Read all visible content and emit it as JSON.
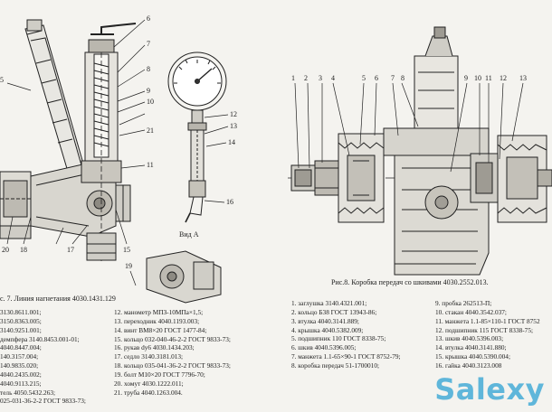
{
  "fig7": {
    "caption": "с. 7. Линия нагнетания 4030.1431.129",
    "gauge_label": "Вид А",
    "callouts": [
      "5",
      "6",
      "7",
      "8",
      "9",
      "10",
      "21",
      "11",
      "12",
      "13",
      "14",
      "16",
      "15",
      "17",
      "18",
      "19",
      "20"
    ],
    "parts_left": [
      "3130.8611.001;",
      "3150.8363.005;",
      "3140.9251.001;",
      "демпфера 3140.8453.001-01;",
      "4040.8447.004;",
      "140.3157.004;",
      "140.9835.020;",
      "4040.2435.002;",
      "4040.9113.215;",
      "тель 4050.5432.263;",
      "025-031-36-2-2 ГОСТ 9833-73;"
    ],
    "parts_right": [
      "12. манометр МПЗ-10МПа×1,5;",
      "13. переходник 4040.1193.003;",
      "14. винт ВМ8×20 ГОСТ 1477-84;",
      "15. кольцо 032-040-46-2-2 ГОСТ 9833-73;",
      "16. рукав dy6 4030.1434.203;",
      "17. седло 3140.3181.013;",
      "18. кольцо 035-041-36-2-2 ГОСТ 9833-73;",
      "19. болт М10×20 ГОСТ 7796-70;",
      "20. хомут 4030.1222.011;",
      "21. труба 4040.1263.004."
    ]
  },
  "fig8": {
    "caption": "Рис.8. Коробка передач со шкивами 4030.2552.013.",
    "callouts": [
      "1",
      "2",
      "3",
      "4",
      "5",
      "6",
      "7",
      "8",
      "9",
      "10",
      "11",
      "12",
      "13"
    ],
    "parts_left": [
      "1. заглушка 3140.4321.001;",
      "2. кольцо Б38 ГОСТ 13943-86;",
      "3. втулка 4040.3141.889;",
      "4. крышка 4040.5382.009;",
      "5. подшипник 110 ГОСТ 8338-75;",
      "6. шкив 4040.5396.005;",
      "7. манжета 1.1-65×90-1 ГОСТ 8752-79;",
      "8. коробка передач 51-1700010;"
    ],
    "parts_right": [
      "9. пробка 262513-П;",
      "10. стакан 4040.3542.037;",
      "11. манжета 1.1-85×110-1 ГОСТ 8752",
      "12. подшипник 115 ГОСТ 8338-75;",
      "13. шкив 4040.5396.003;",
      "14. втулка 4040.3141.880;",
      "15. крышка 4040.5390.004;",
      "16. гайка 4040.3123.008"
    ]
  },
  "watermark": "Salexy"
}
